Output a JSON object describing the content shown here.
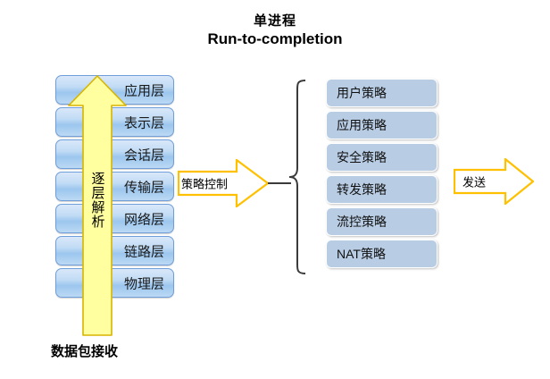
{
  "title": {
    "line1": "单进程",
    "line2": "Run-to-completion"
  },
  "osi_stack": {
    "name": "OSI Layer Stack",
    "layers": [
      {
        "label": "应用层"
      },
      {
        "label": "表示层"
      },
      {
        "label": "会话层"
      },
      {
        "label": "传输层"
      },
      {
        "label": "网络层"
      },
      {
        "label": "链路层"
      },
      {
        "label": "物理层"
      }
    ]
  },
  "up_arrow": {
    "label": "逐层解析",
    "color": "#ffffa0",
    "border_color": "#d9b400"
  },
  "caption": {
    "packet_receive": "数据包接收"
  },
  "policy_arrow": {
    "label": "策略控制",
    "border_color": "#ffc000",
    "fill_color": "#ffffff"
  },
  "policy_list": {
    "name": "Policy List",
    "items": [
      {
        "label": "用户策略"
      },
      {
        "label": "应用策略"
      },
      {
        "label": "安全策略"
      },
      {
        "label": "转发策略"
      },
      {
        "label": "流控策略"
      },
      {
        "label": "NAT策略"
      }
    ],
    "box_color": "#b8cce4"
  },
  "send_arrow": {
    "label": "发送",
    "border_color": "#ffc000",
    "fill_color": "#ffffff"
  },
  "colors": {
    "layer_gradient_top": "#d9e8f9",
    "layer_gradient_mid": "#9cc6ee",
    "layer_border": "#6f9ed8",
    "brace_stroke": "#3a3a3a",
    "background": "#ffffff"
  }
}
